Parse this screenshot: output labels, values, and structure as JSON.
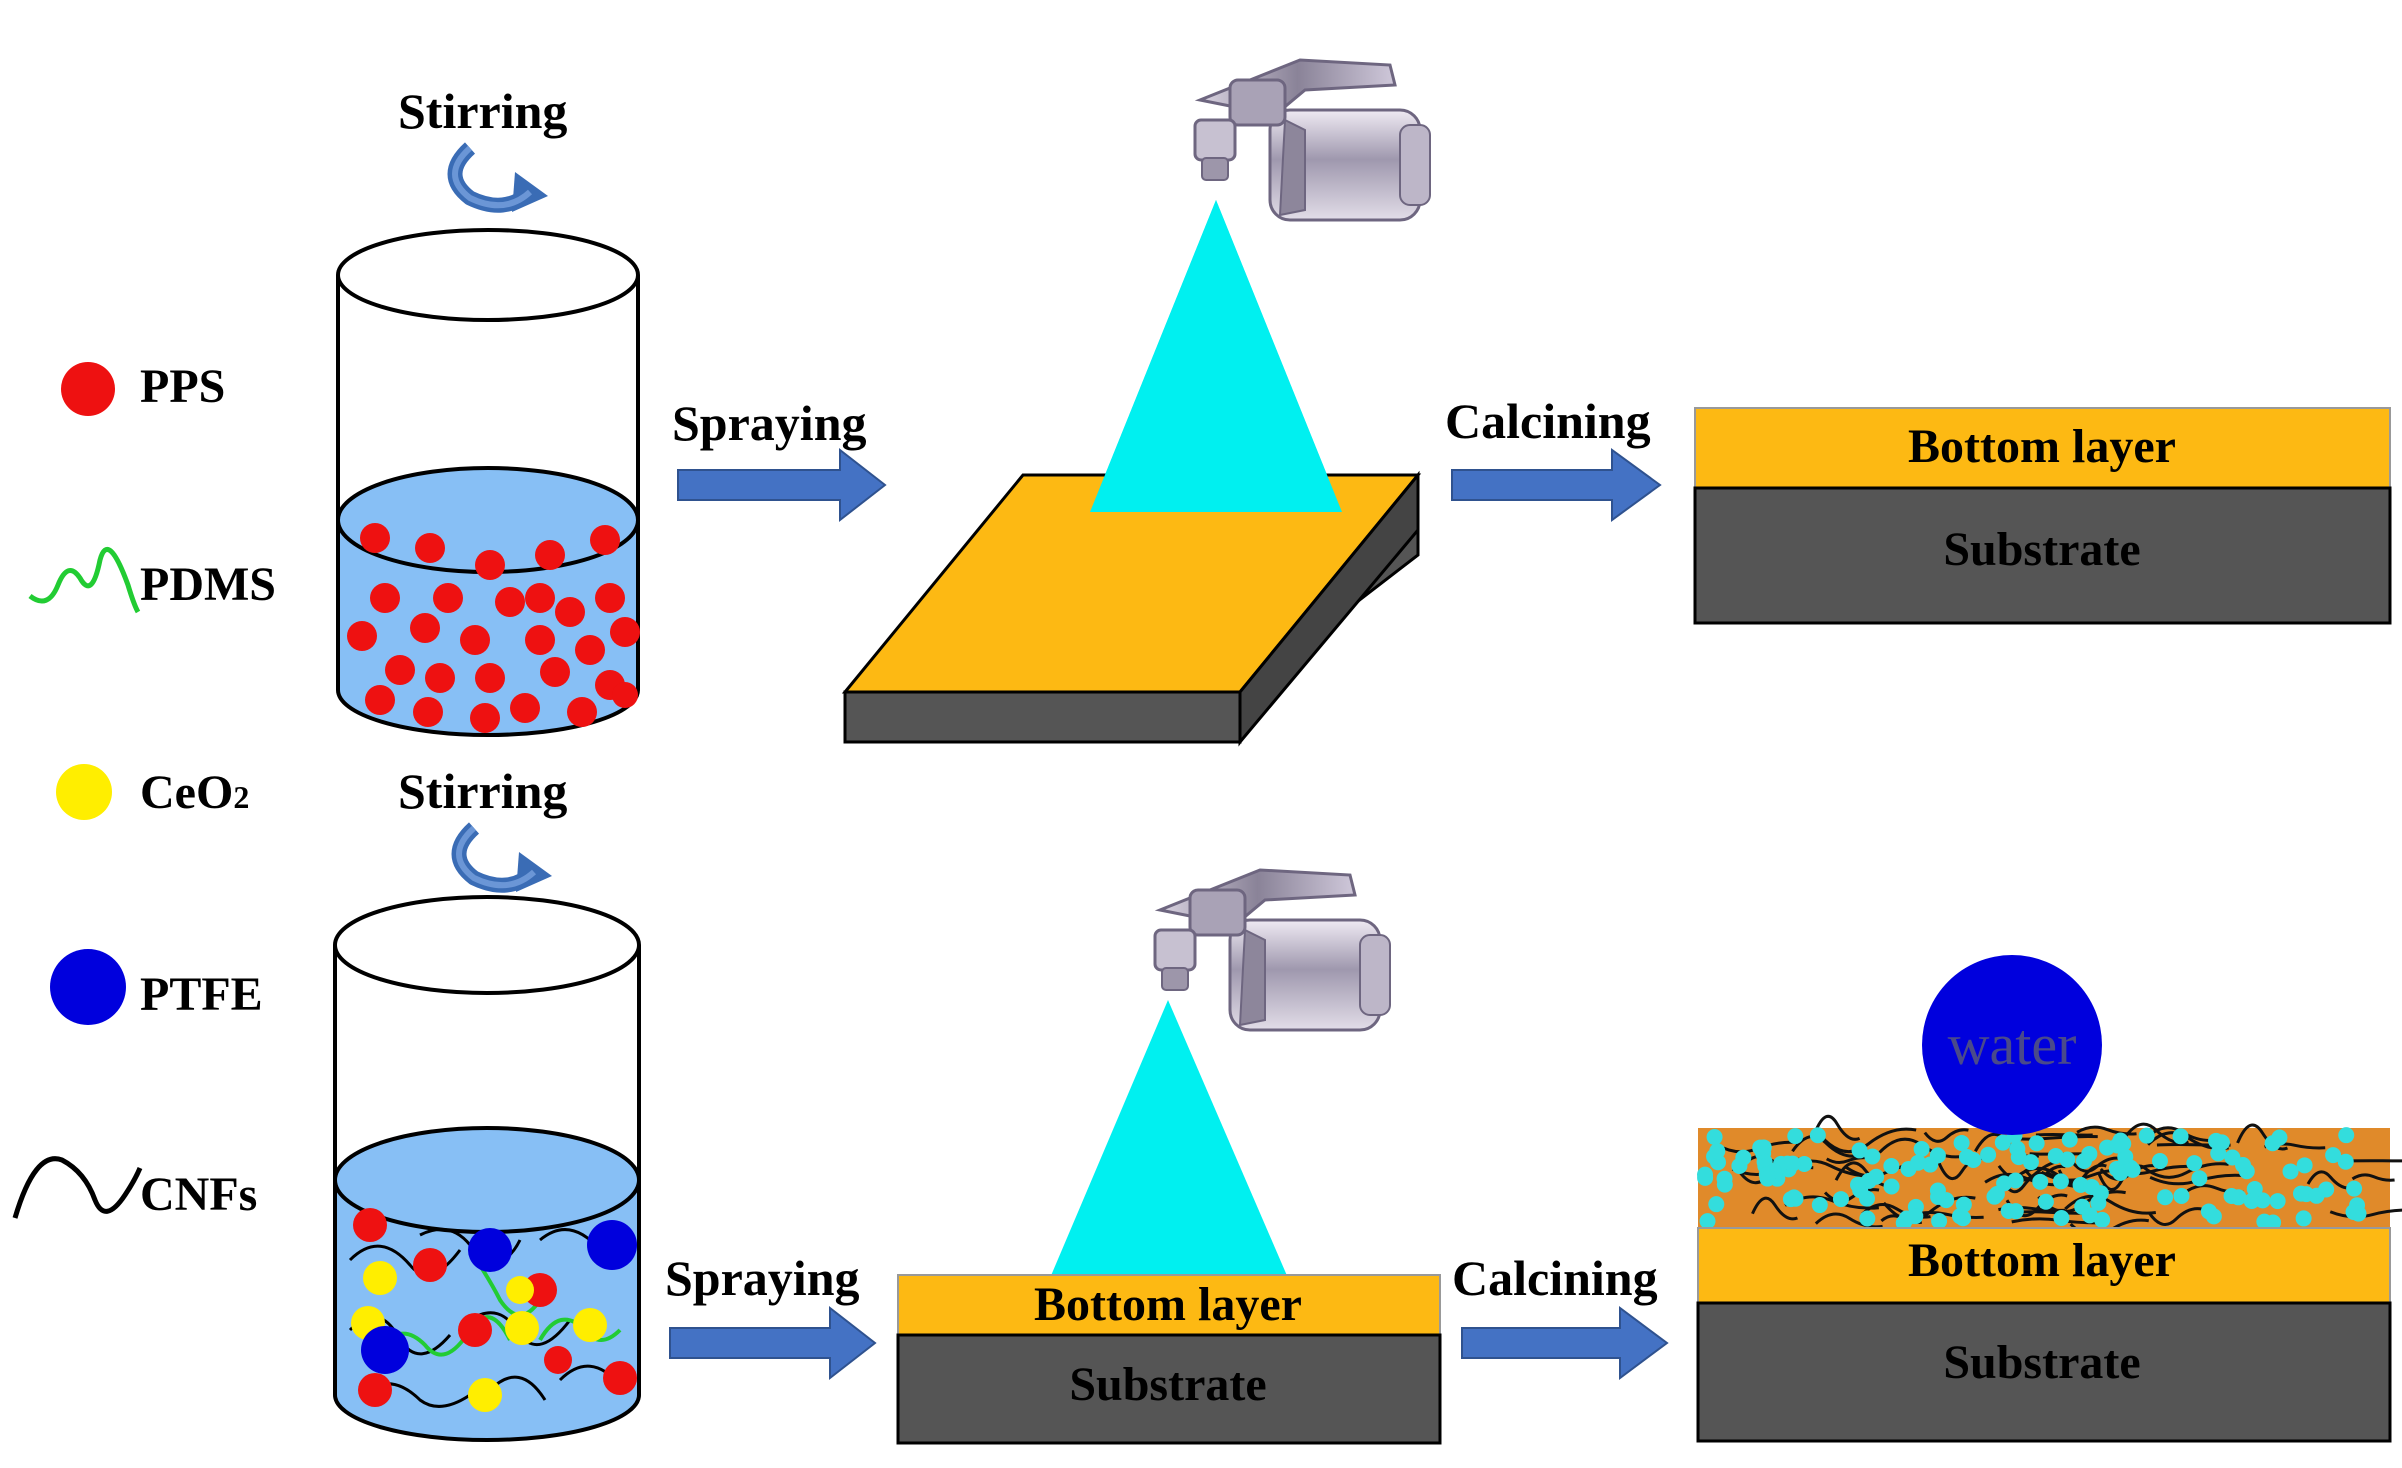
{
  "legend": {
    "pps": "PPS",
    "pdms": "PDMS",
    "ceo2": "CeO",
    "ceo2_sub": "2",
    "ptfe": "PTFE",
    "cnfs": "CNFs"
  },
  "steps": {
    "stirring_top": "Stirring",
    "stirring_bottom": "Stirring",
    "spraying_top": "Spraying",
    "spraying_bottom": "Spraying",
    "calcining_top": "Calcining",
    "calcining_bottom": "Calcining"
  },
  "layers": {
    "bottom_layer_1": "Bottom layer",
    "substrate_1": "Substrate",
    "bottom_layer_2": "Bottom layer",
    "substrate_2": "Substrate",
    "bottom_layer_3": "Bottom layer",
    "substrate_3": "Substrate",
    "water": "water"
  },
  "colors": {
    "pps": "#ee1111",
    "pdms": "#22cc33",
    "ceo2": "#ffee00",
    "ptfe": "#0000dd",
    "cnfs": "#000000",
    "liquid": "#87bff5",
    "bottom_layer": "#fdb913",
    "substrate": "#555555",
    "spray": "#00f0f0",
    "arrow": "#4472c4",
    "coating_dots": "#33dddd"
  },
  "icons": {
    "rotation": "curved-rotation-arrow-icon",
    "spray_gun": "spray-gun-icon",
    "arrow": "right-arrow-icon"
  }
}
